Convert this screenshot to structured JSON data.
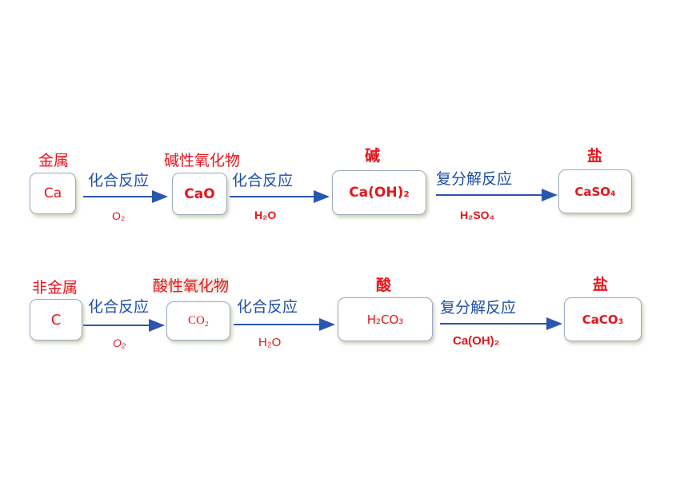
{
  "rows": [
    {
      "nodes": [
        {
          "category": "金属",
          "formula": "Ca"
        },
        {
          "category": "碱性氧化物",
          "formula": "CaO"
        },
        {
          "category": "碱",
          "formula": "Ca(OH)₂"
        },
        {
          "category": "盐",
          "formula": "CaSO₄"
        }
      ],
      "steps": [
        {
          "reaction": "化合反应",
          "reagent": "O₂"
        },
        {
          "reaction": "化合反应",
          "reagent": "H₂O"
        },
        {
          "reaction": "复分解反应",
          "reagent": "H₂SO₄"
        }
      ]
    },
    {
      "nodes": [
        {
          "category": "非金属",
          "formula": "C"
        },
        {
          "category": "酸性氧化物",
          "formula": "CO₂"
        },
        {
          "category": "酸",
          "formula": "H₂CO₃"
        },
        {
          "category": "盐",
          "formula": "CaCO₃"
        }
      ],
      "steps": [
        {
          "reaction": "化合反应",
          "reagent": "O₂"
        },
        {
          "reaction": "化合反应",
          "reagent": "H₂O"
        },
        {
          "reaction": "复分解反应",
          "reagent": "Ca(OH)₂"
        }
      ]
    }
  ],
  "colors": {
    "category": "#e8141b",
    "formula": "#e8141b",
    "reaction": "#1f4fa8",
    "arrow": "#2a56b0",
    "box_border": "#9aa9c4"
  }
}
